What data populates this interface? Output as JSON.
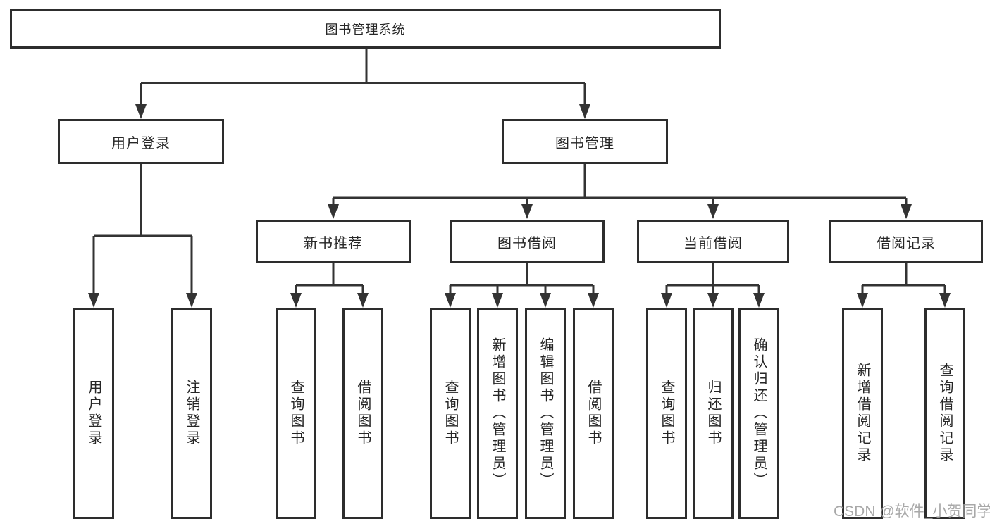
{
  "diagram": {
    "root": {
      "label": "图书管理系统"
    },
    "level1": [
      {
        "label": "用户登录"
      },
      {
        "label": "图书管理"
      }
    ],
    "level2": [
      {
        "label": "新书推荐"
      },
      {
        "label": "图书借阅"
      },
      {
        "label": "当前借阅"
      },
      {
        "label": "借阅记录"
      }
    ],
    "leaves": [
      {
        "label": "用户登录"
      },
      {
        "label": "注销登录"
      },
      {
        "label": "查询图书"
      },
      {
        "label": "借阅图书"
      },
      {
        "label": "查询图书"
      },
      {
        "label": "新增图书（管理员）"
      },
      {
        "label": "编辑图书（管理员）"
      },
      {
        "label": "借阅图书"
      },
      {
        "label": "查询图书"
      },
      {
        "label": "归还图书"
      },
      {
        "label": "确认归还（管理员）"
      },
      {
        "label": "新增借阅记录"
      },
      {
        "label": "查询借阅记录"
      }
    ]
  },
  "watermark": {
    "text": "CSDN @软件_小贺同学"
  },
  "colors": {
    "line": "#333333",
    "box_border": "#2d2d2d",
    "box_fill": "#ffffff",
    "text": "#262626",
    "watermark": "#9e9e9e"
  }
}
